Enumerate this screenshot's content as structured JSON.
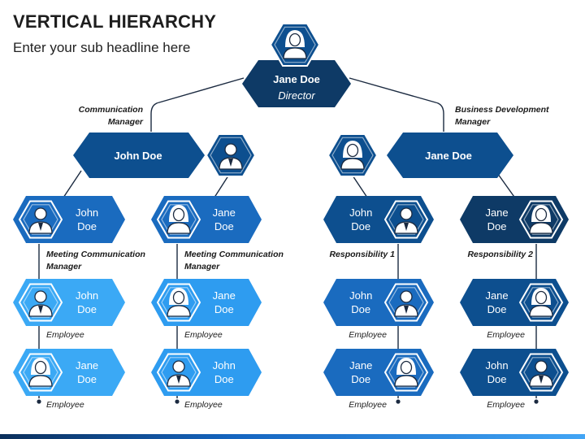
{
  "title": "VERTICAL HIERARCHY",
  "subtitle": "Enter your sub headline here",
  "colors": {
    "navy": "#0e3a66",
    "dark_blue": "#0d4f8f",
    "mid_blue": "#1a6bbf",
    "bright_blue": "#2e9cf0",
    "light_blue": "#3ba9f5"
  },
  "director": {
    "name": "Jane Doe",
    "role": "Director",
    "icon": "female-user-icon"
  },
  "managers": [
    {
      "label": "Communication Manager",
      "label_lines": [
        "Communication",
        "Manager"
      ],
      "name": "John Doe",
      "icon": "male-user-icon"
    },
    {
      "label": "Business Development Manager",
      "label_lines": [
        "Business Development",
        "Manager"
      ],
      "name": "Jane Doe",
      "icon": "female-user-icon"
    }
  ],
  "columns": [
    {
      "label_lines": [
        "Meeting Communication",
        "Manager"
      ],
      "cards": [
        {
          "first": "John",
          "last": "Doe",
          "icon": "male-user-icon",
          "role": ""
        },
        {
          "first": "John",
          "last": "Doe",
          "icon": "male-user-icon",
          "role": "Employee"
        },
        {
          "first": "Jane",
          "last": "Doe",
          "icon": "female-user-icon",
          "role": "Employee"
        }
      ]
    },
    {
      "label_lines": [
        "Meeting Communication",
        "Manager"
      ],
      "cards": [
        {
          "first": "Jane",
          "last": "Doe",
          "icon": "female-user-icon",
          "role": ""
        },
        {
          "first": "Jane",
          "last": "Doe",
          "icon": "female-user-icon",
          "role": "Employee"
        },
        {
          "first": "John",
          "last": "Doe",
          "icon": "male-user-icon",
          "role": "Employee"
        }
      ]
    },
    {
      "label_lines": [
        "Responsibility 1"
      ],
      "cards": [
        {
          "first": "John",
          "last": "Doe",
          "icon": "male-user-icon",
          "role": ""
        },
        {
          "first": "John",
          "last": "Doe",
          "icon": "male-user-icon",
          "role": "Employee"
        },
        {
          "first": "Jane",
          "last": "Doe",
          "icon": "female-user-icon",
          "role": "Employee"
        }
      ]
    },
    {
      "label_lines": [
        "Responsibility 2"
      ],
      "cards": [
        {
          "first": "Jane",
          "last": "Doe",
          "icon": "female-user-icon",
          "role": ""
        },
        {
          "first": "Jane",
          "last": "Doe",
          "icon": "female-user-icon",
          "role": "Employee"
        },
        {
          "first": "John",
          "last": "Doe",
          "icon": "male-user-icon",
          "role": "Employee"
        }
      ]
    }
  ]
}
